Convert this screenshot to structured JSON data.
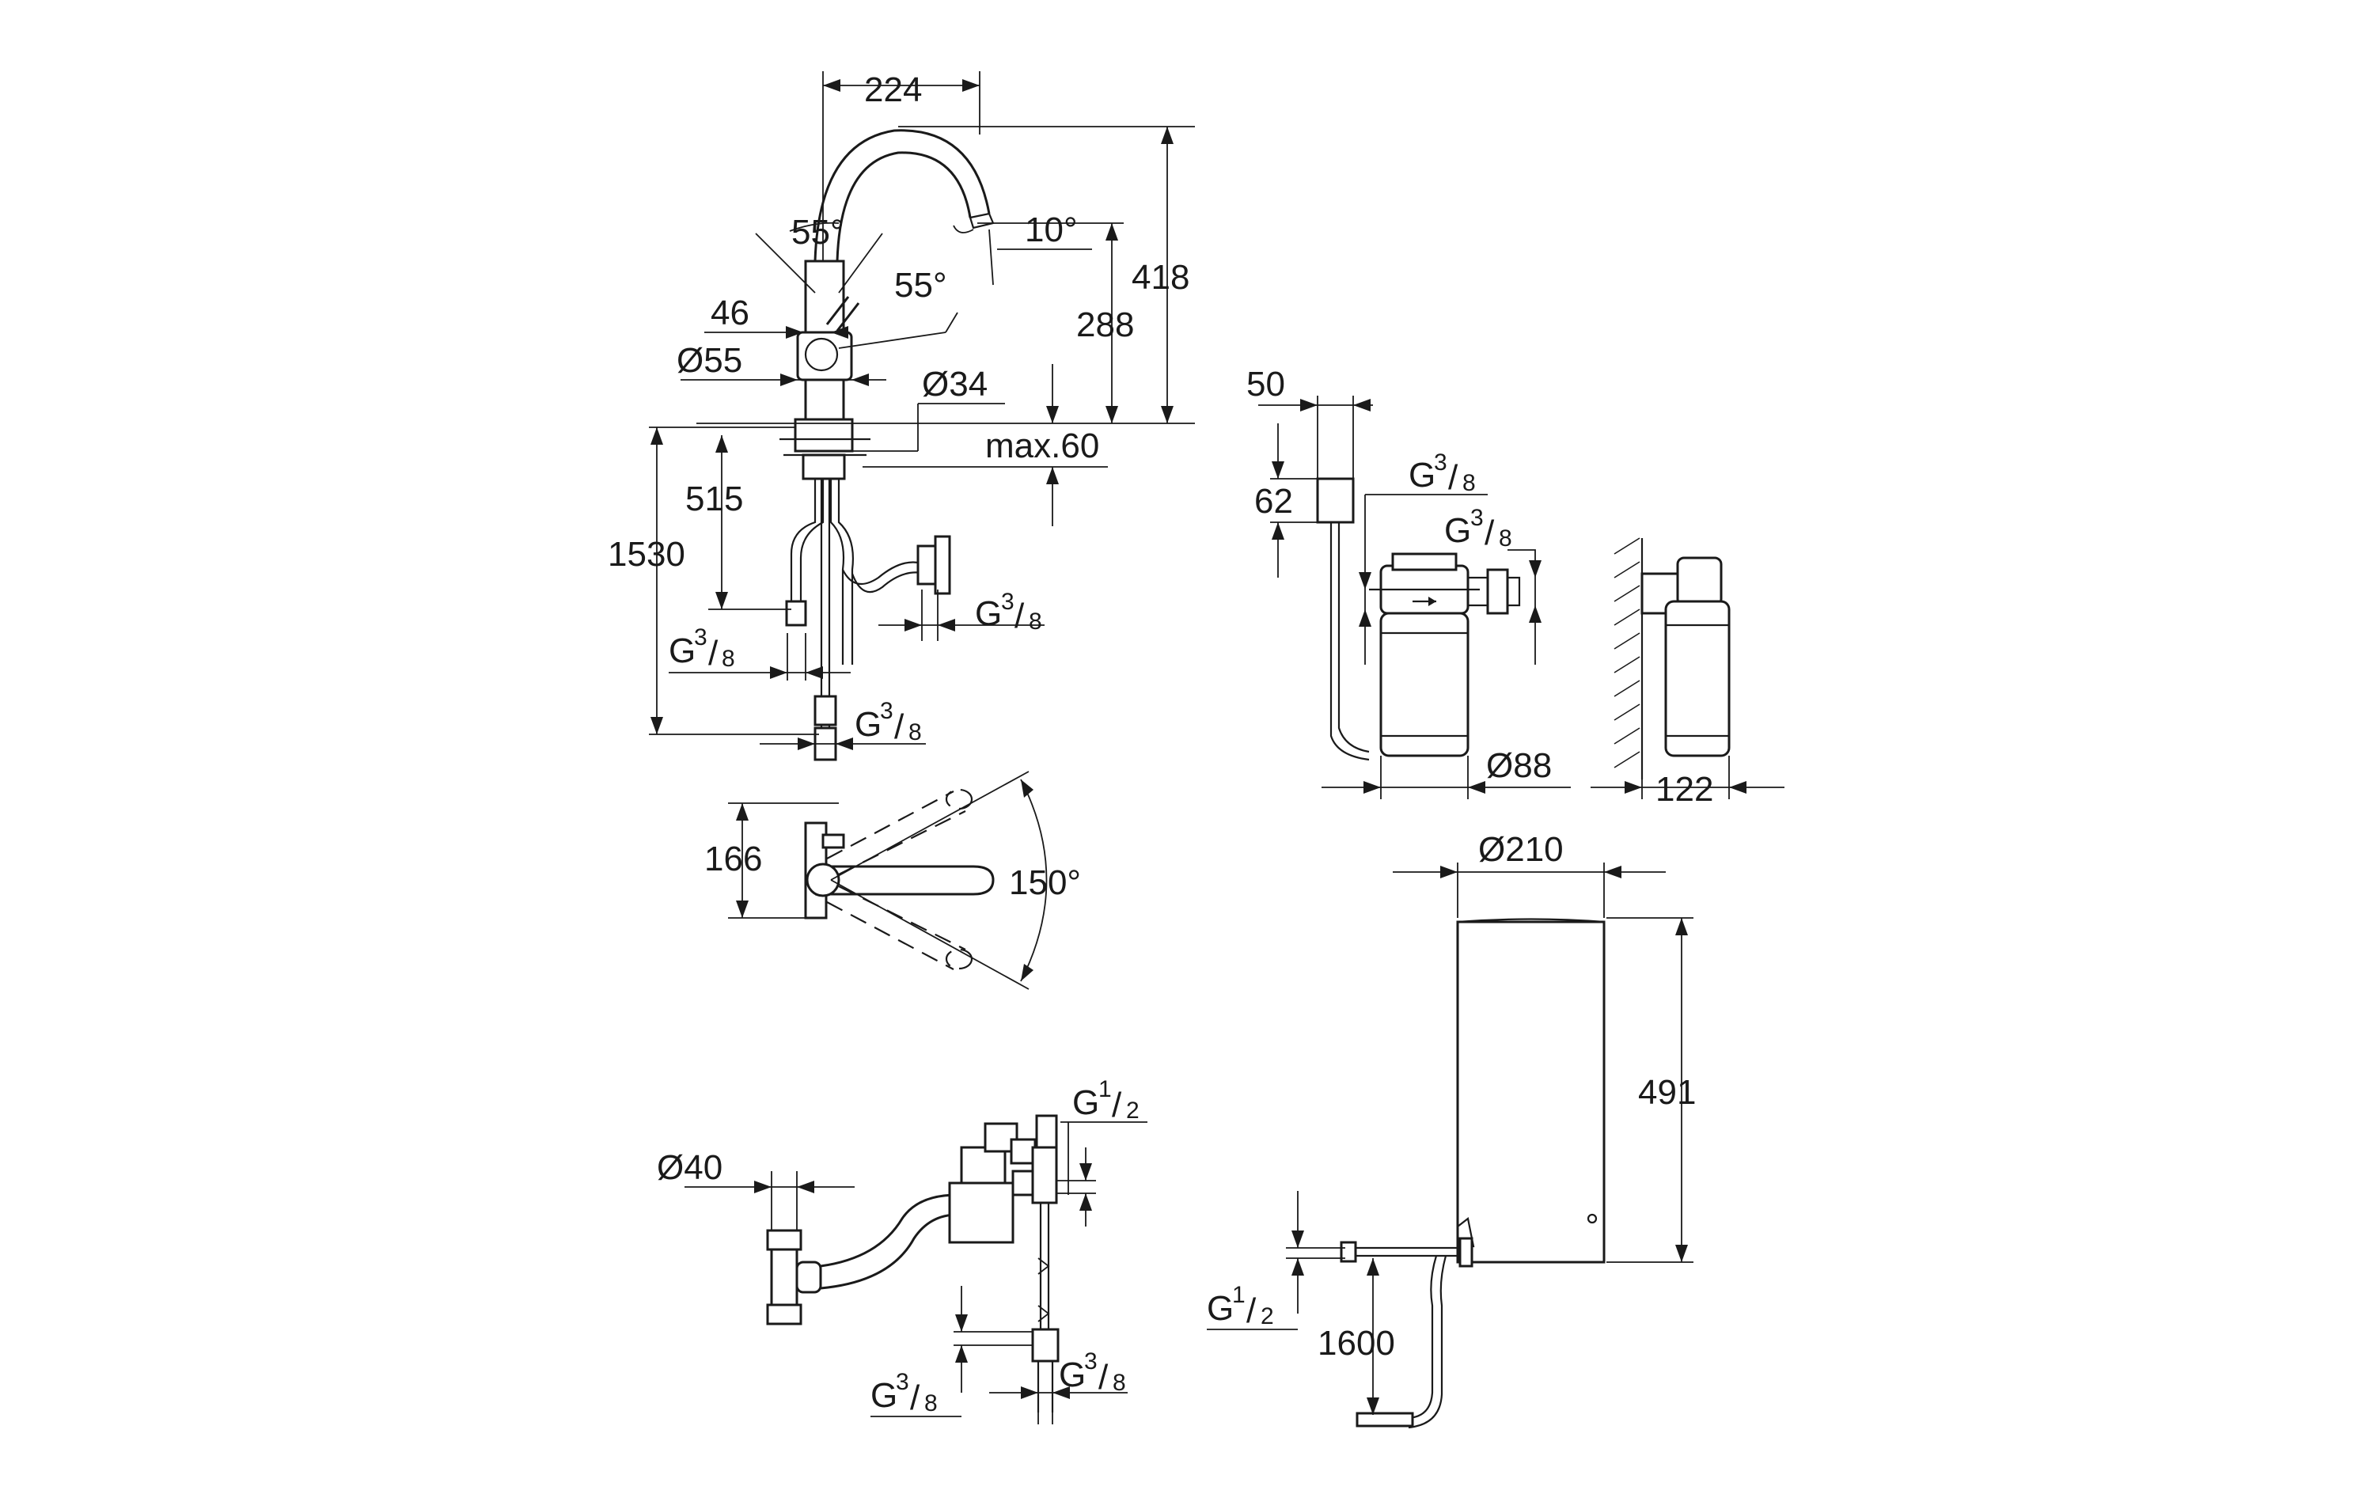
{
  "dimensions": {
    "faucet_width": "224",
    "faucet_height": "418",
    "spout_height": "288",
    "lever_angle_a": "55°",
    "lever_angle_b": "55°",
    "spout_tilt": "10°",
    "lever_offset": "46",
    "base_diameter": "Ø55",
    "hole_diameter": "Ø34",
    "deck_thickness": "max.60",
    "hose_length": "1530",
    "hose_depth": "515",
    "swivel_width": "166",
    "swivel_angle": "150°",
    "filter_offset": "50",
    "filter_head_height": "62",
    "filter_diameter": "Ø88",
    "wall_distance": "122",
    "waste_diameter": "Ø40",
    "boiler_diameter": "Ø210",
    "boiler_height": "491",
    "boiler_hose_length": "1600"
  },
  "threads": {
    "g38_base": "G",
    "g38_num": "3",
    "g38_den": "8",
    "g12_base": "G",
    "g12_num": "1",
    "g12_den": "2"
  }
}
